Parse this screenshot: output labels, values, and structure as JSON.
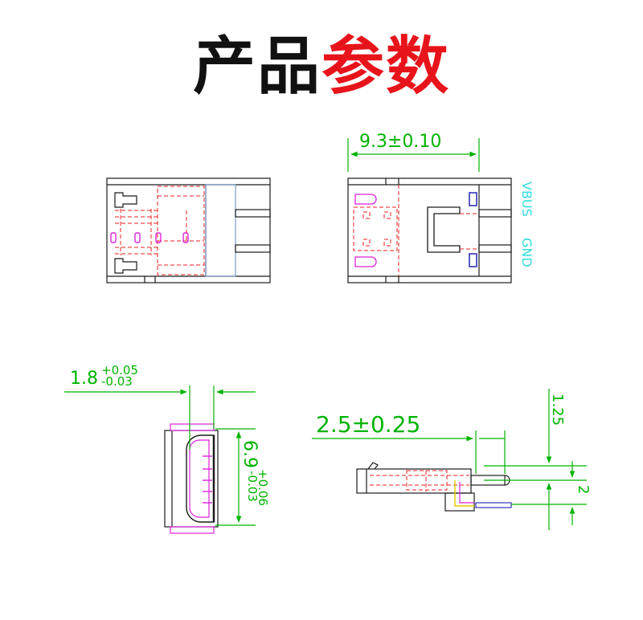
{
  "title": {
    "part1": "产品",
    "part2": "参数"
  },
  "colors": {
    "outline": "#1a1a1a",
    "hidden": "#ee2222",
    "dimension": "#00b400",
    "accent": "#dd22dd",
    "pin_label": "#33dddd",
    "pin_blue": "#3333bb",
    "title_black": "#111111",
    "title_red": "#e8141b"
  },
  "views": {
    "top_left": {
      "name": "top-view"
    },
    "top_right": {
      "name": "top-view-pinout",
      "width_dim": "9.3±0.10",
      "pin_labels": [
        "VBUS",
        "GND"
      ]
    },
    "front": {
      "name": "front-view",
      "thickness_main": "1.8",
      "thickness_tol_upper": "+0.05",
      "thickness_tol_lower": "-0.03",
      "height_main": "6.9",
      "height_tol_upper": "+0.06",
      "height_tol_lower": "-0.03"
    },
    "side": {
      "name": "side-view",
      "length_dim": "2.5±0.25",
      "offset_dim": "1.25",
      "pitch_dim": "2"
    }
  }
}
